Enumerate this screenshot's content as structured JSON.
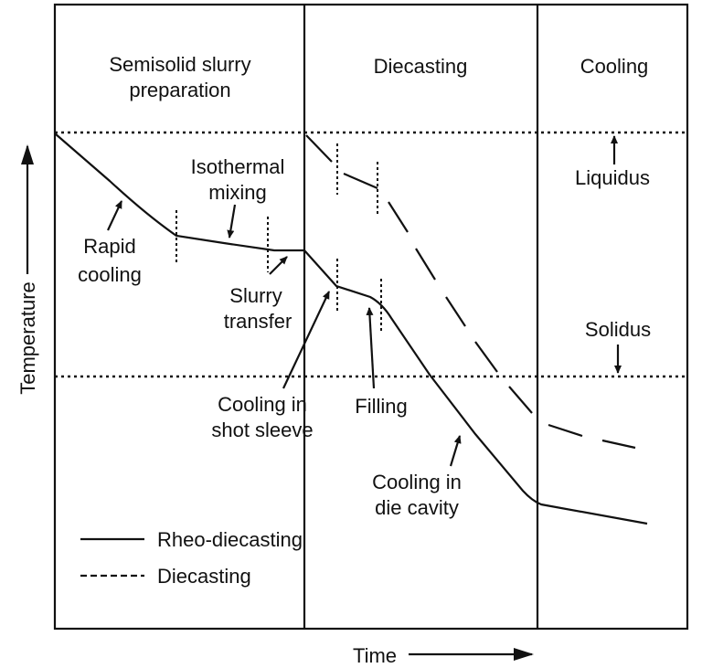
{
  "phases": {
    "slurry_line1": "Semisolid slurry",
    "slurry_line2": "preparation",
    "diecasting": "Diecasting",
    "cooling": "Cooling"
  },
  "reference_lines": {
    "liquidus": "Liquidus",
    "solidus": "Solidus"
  },
  "annotations": {
    "isothermal_1": "Isothermal",
    "isothermal_2": "mixing",
    "rapid_1": "Rapid",
    "rapid_2": "cooling",
    "slurry_1": "Slurry",
    "slurry_2": "transfer",
    "shot_1": "Cooling in",
    "shot_2": "shot sleeve",
    "filling": "Filling",
    "die_1": "Cooling in",
    "die_2": "die cavity"
  },
  "legend": {
    "rheo": "Rheo-diecasting",
    "diecasting": "Diecasting"
  },
  "axes": {
    "y_label": "Temperature",
    "x_label": "Time"
  }
}
